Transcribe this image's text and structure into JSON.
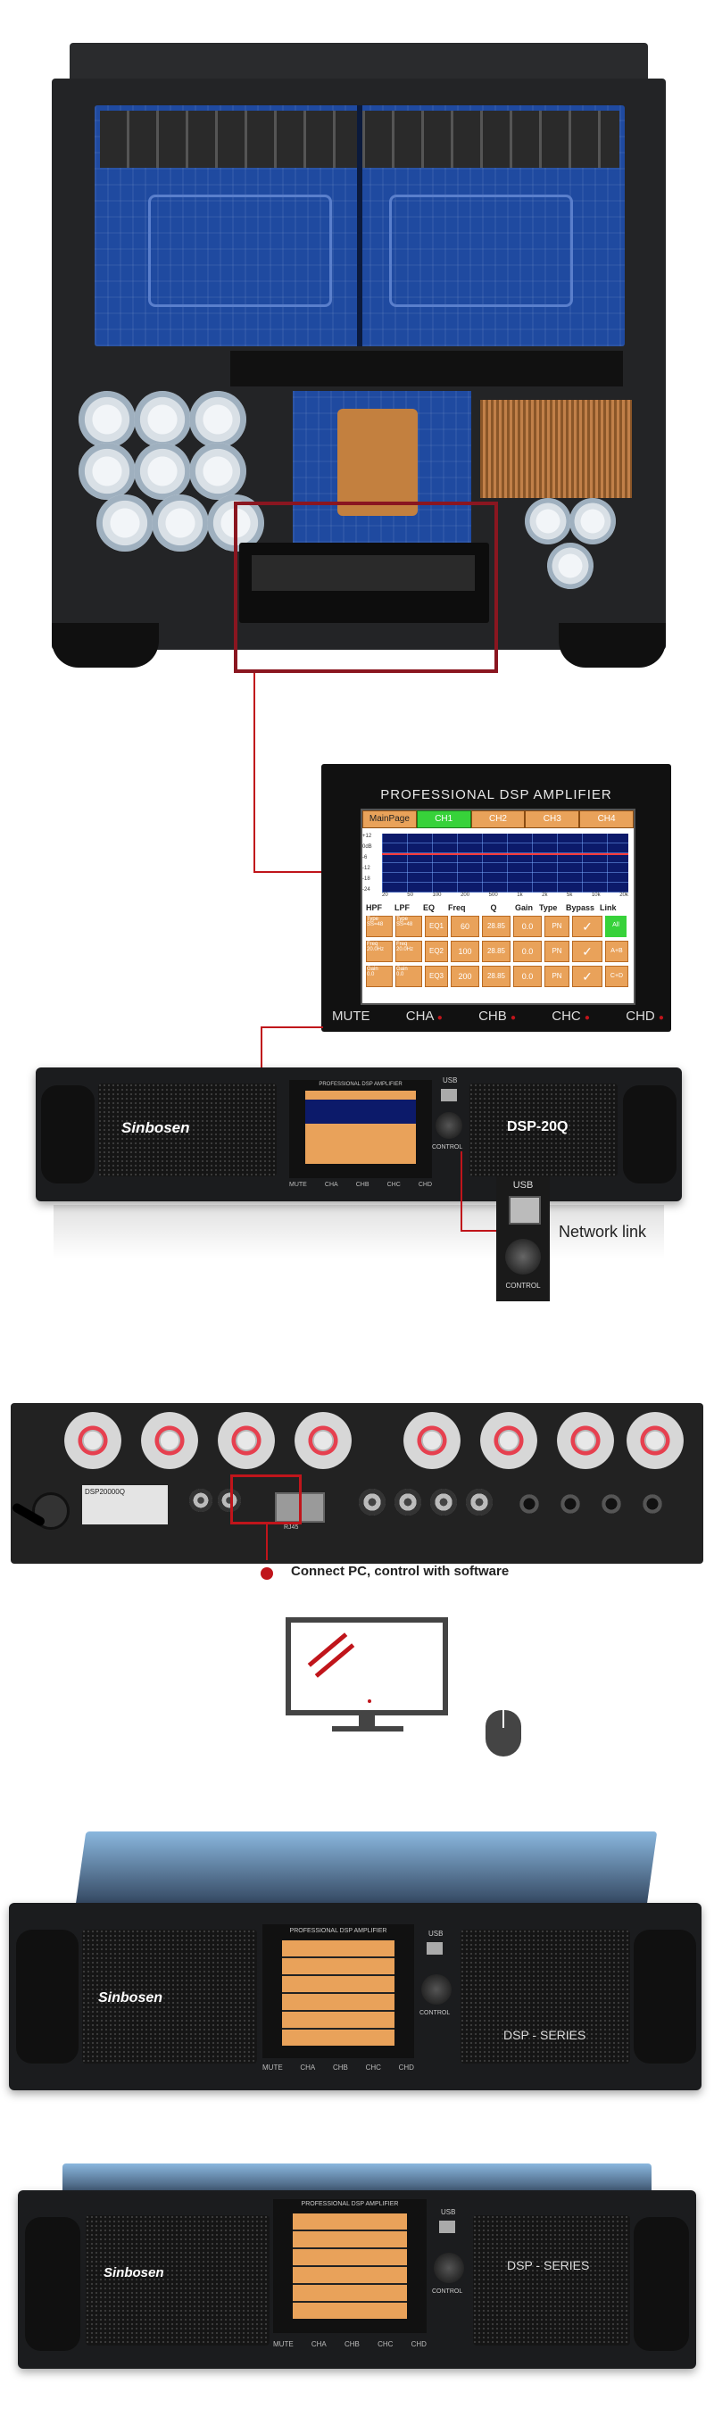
{
  "callout": {
    "screen_title": "PROFESSIONAL DSP AMPLIFIER",
    "tabs": [
      "MainPage",
      "CH1",
      "CH2",
      "CH3",
      "CH4"
    ],
    "axis_x": [
      "20",
      "50",
      "100",
      "200",
      "500",
      "1k",
      "2k",
      "5k",
      "10k",
      "20k"
    ],
    "axis_y": [
      "+12",
      "0dB",
      "-6",
      "-12",
      "-18",
      "-24"
    ],
    "table_headers": [
      "HPF",
      "LPF",
      "EQ",
      "Freq",
      "Q",
      "Gain",
      "Type",
      "Bypass",
      "Link"
    ],
    "rows": [
      [
        "Type\nSS=48",
        "Type\nSS=48",
        "EQ1",
        "60",
        "28.85",
        "0.0",
        "PN"
      ],
      [
        "Freq\n20.0Hz",
        "Freq\n20.0Hz",
        "EQ2",
        "100",
        "28.85",
        "0.0",
        "PN"
      ],
      [
        "Gain\n0.0",
        "Gain\n0.0",
        "EQ3",
        "200",
        "28.85",
        "0.0",
        "PN"
      ]
    ],
    "link_buttons": [
      "All",
      "A+B",
      "C+D"
    ],
    "channels": [
      "MUTE",
      "CHA",
      "CHB",
      "CHC",
      "CHD"
    ]
  },
  "front1": {
    "brand": "Sinbosen",
    "model": "DSP-20Q",
    "screen_title": "PROFESSIONAL DSP AMPLIFIER",
    "usb": "USB",
    "control": "CONTROL",
    "channels": [
      "MUTE",
      "CHA",
      "CHB",
      "CHC",
      "CHD"
    ]
  },
  "network": {
    "usb": "USB",
    "control": "CONTROL",
    "label": "Network link"
  },
  "rear": {
    "model_sticker": "DSP20000Q",
    "port_label": "RJ45",
    "caption": "Connect PC, control with software"
  },
  "front2": {
    "brand": "Sinbosen",
    "model": "DSP - SERIES",
    "screen_title": "PROFESSIONAL DSP AMPLIFIER",
    "usb": "USB",
    "control": "CONTROL",
    "channels": [
      "MUTE",
      "CHA",
      "CHB",
      "CHC",
      "CHD"
    ]
  },
  "front3": {
    "brand": "Sinbosen",
    "model": "DSP - SERIES",
    "screen_title": "PROFESSIONAL DSP AMPLIFIER",
    "usb": "USB",
    "control": "CONTROL",
    "channels": [
      "MUTE",
      "CHA",
      "CHB",
      "CHC",
      "CHD"
    ]
  },
  "colors": {
    "accent_red": "#c0151b",
    "orange": "#e9a25a",
    "pcb_blue": "#1f4aa0",
    "tab_green": "#37d23a"
  }
}
